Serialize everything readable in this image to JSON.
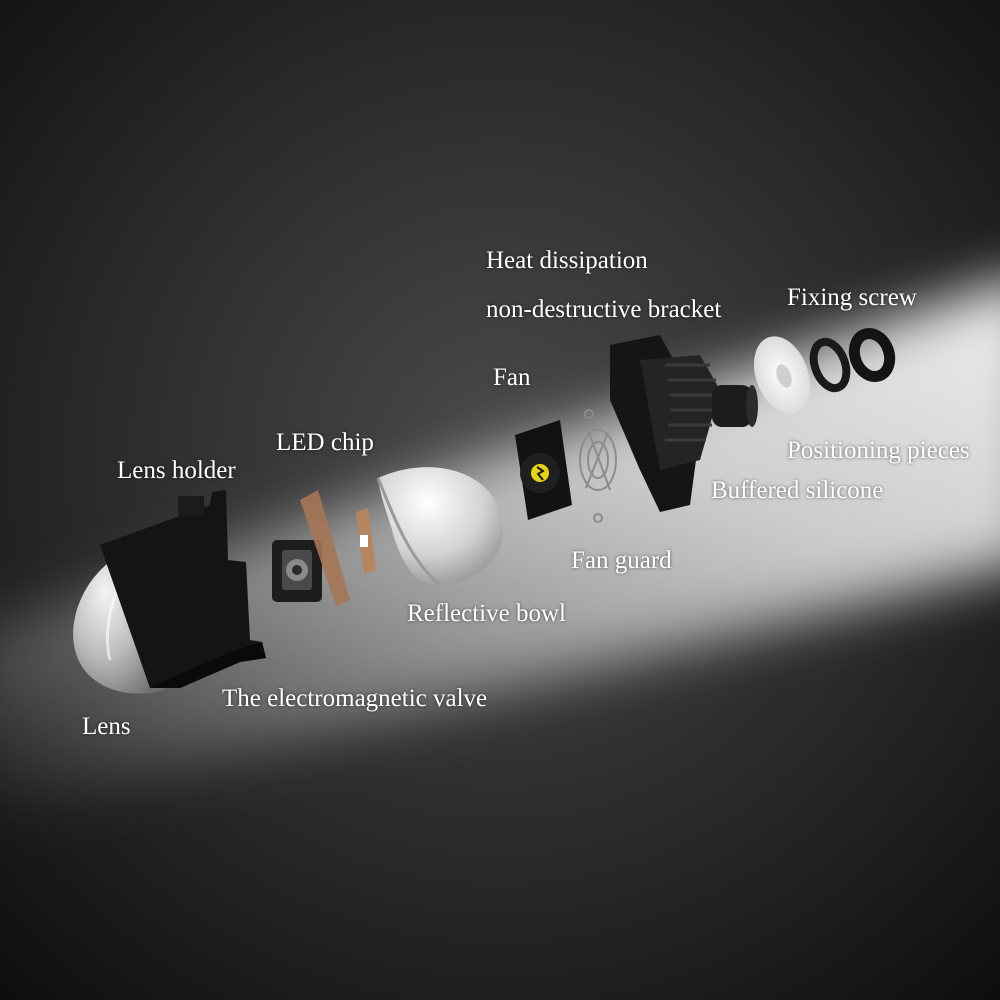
{
  "labels": {
    "heat_dissipation_1": "Heat dissipation",
    "heat_dissipation_2": "non-destructive bracket",
    "fixing_screw": "Fixing screw",
    "fan": "Fan",
    "positioning_pieces": "Positioning pieces",
    "led_chip": "LED chip",
    "lens_holder": "Lens holder",
    "buffered_silicone": "Buffered silicone",
    "fan_guard": "Fan guard",
    "reflective_bowl": "Reflective bowl",
    "electromagnetic_valve": "The electromagnetic valve",
    "lens": "Lens"
  },
  "colors": {
    "background": "#1a1a1a",
    "beam": "#f2f2f2",
    "label": "#ffffff",
    "parts_dark": "#141414",
    "fan_label": "#e6d21a"
  }
}
